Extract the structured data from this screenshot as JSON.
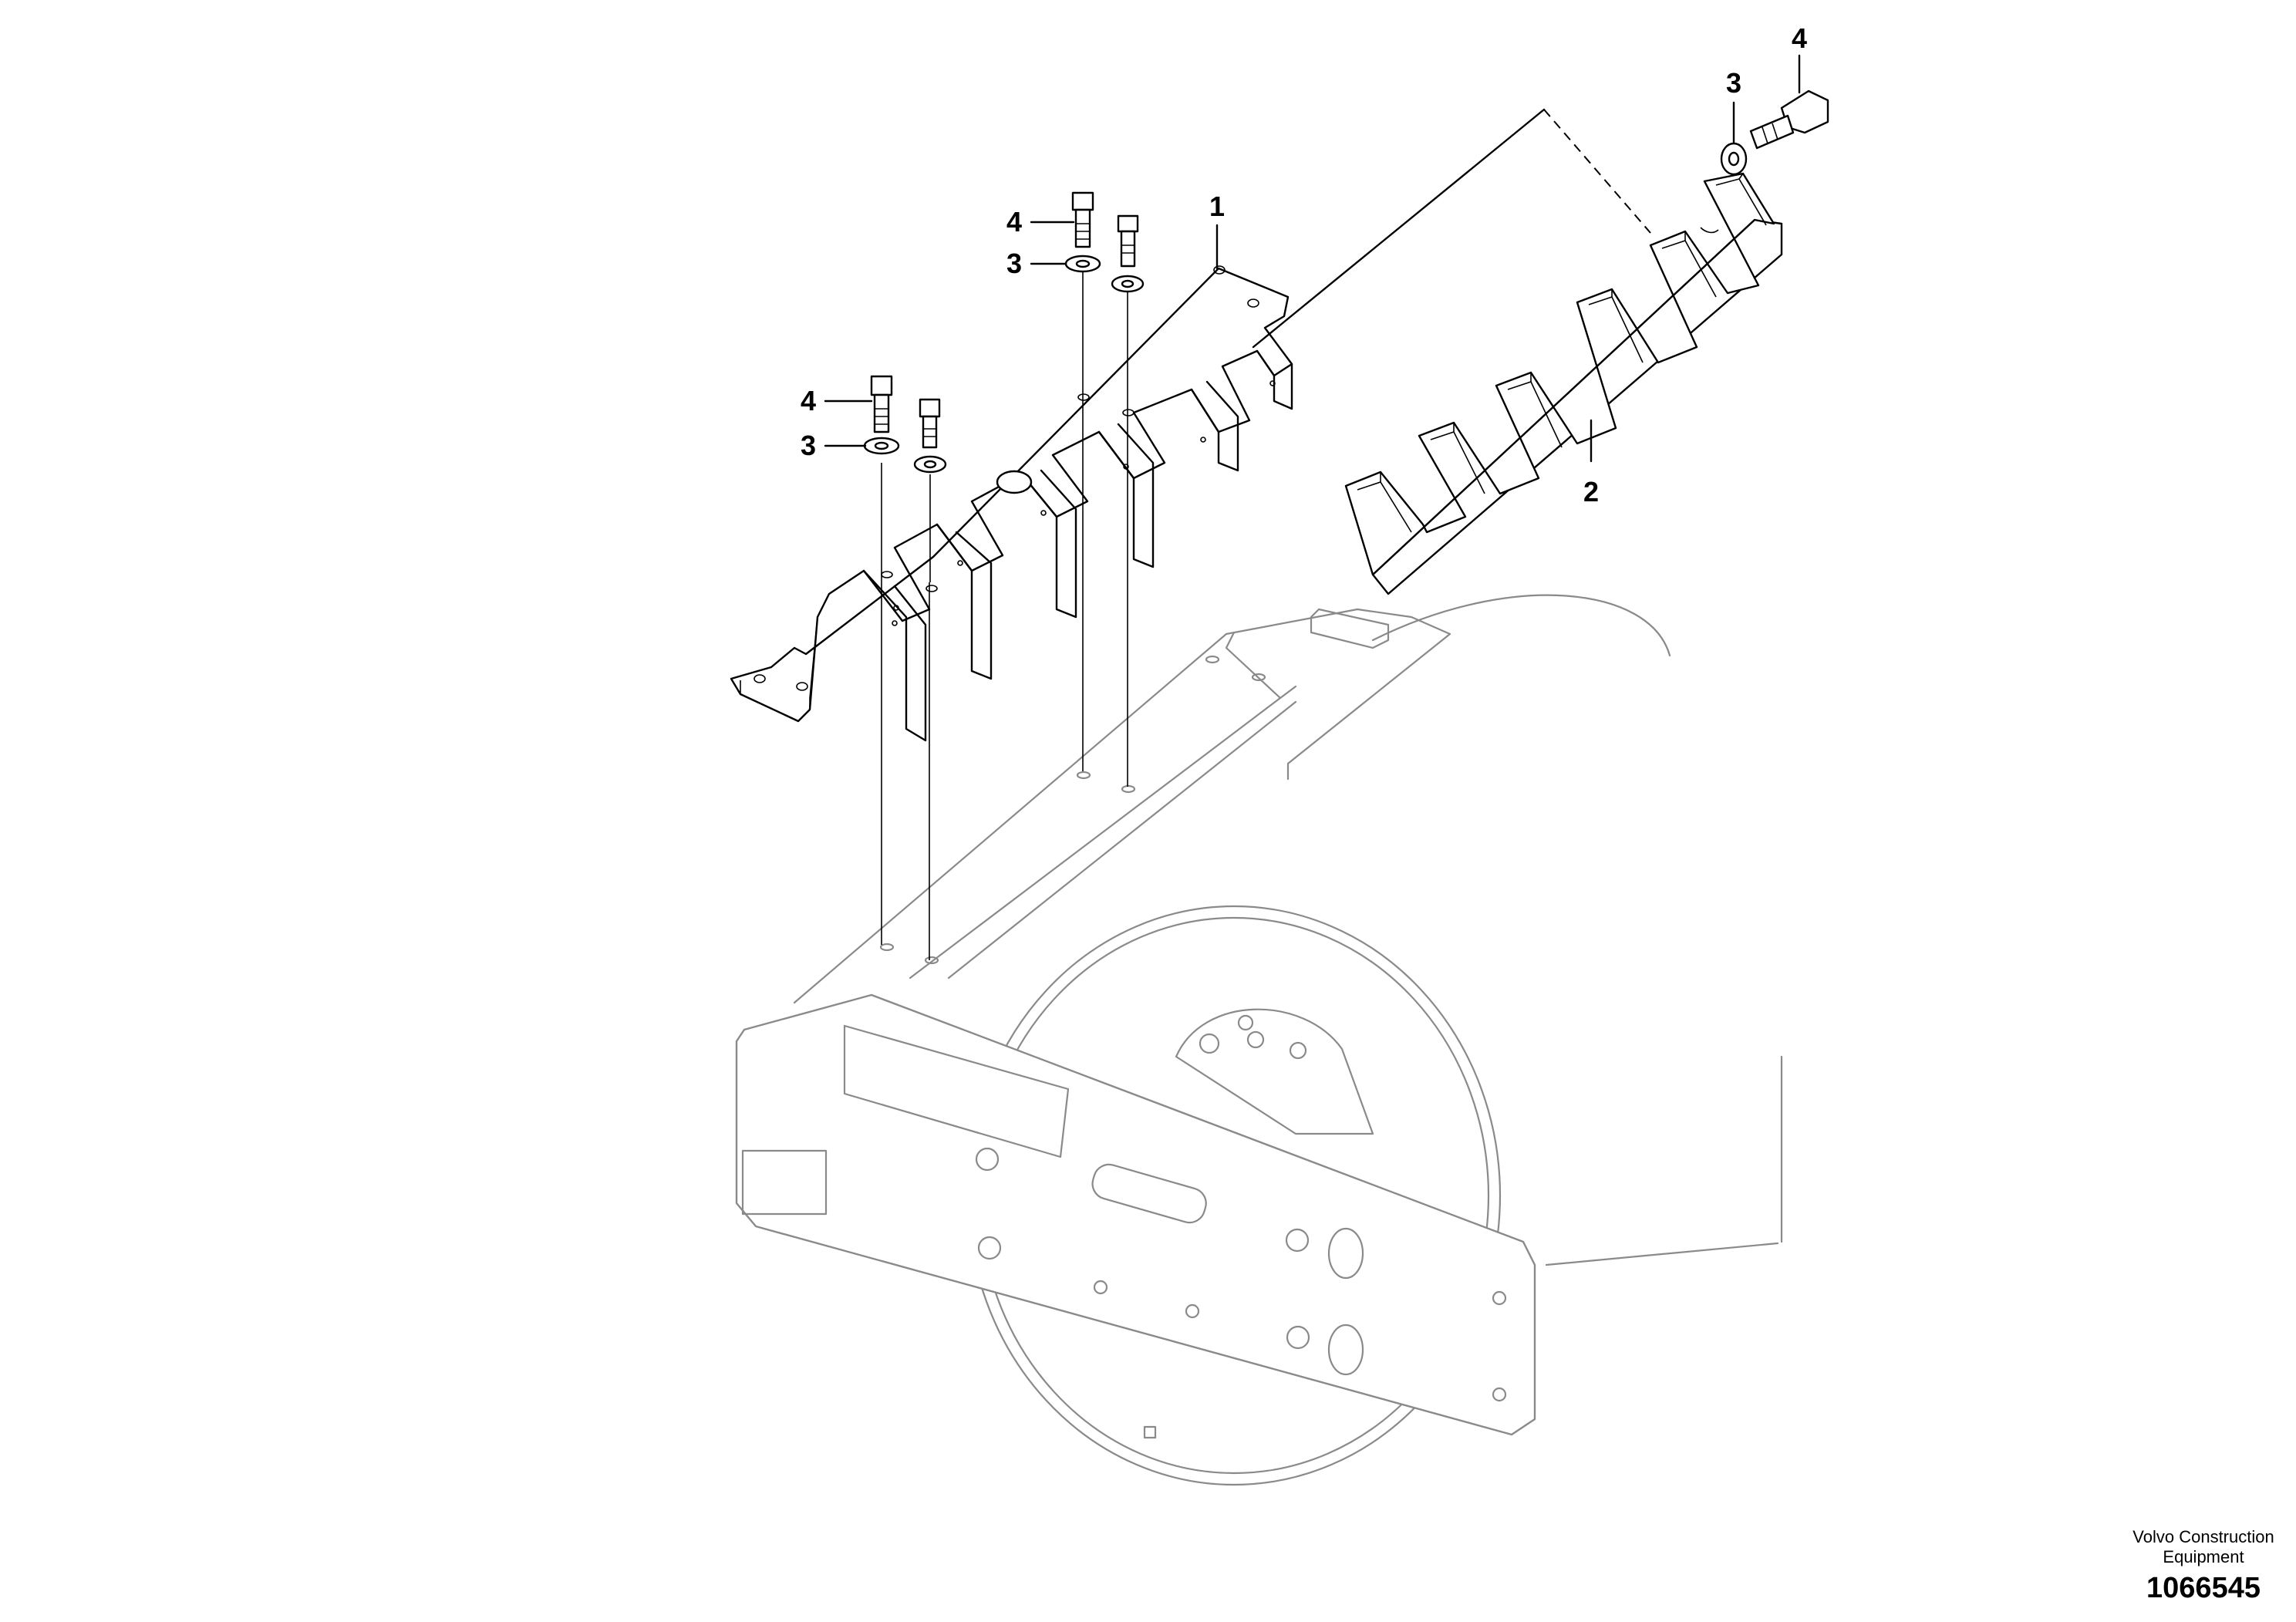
{
  "callouts": {
    "c1": "1",
    "c2": "2",
    "c3a": "3",
    "c3b": "3",
    "c3c": "3",
    "c4a": "4",
    "c4b": "4",
    "c4c": "4"
  },
  "footer": {
    "company": "Volvo Construction Equipment",
    "drawing_number": "1066545"
  }
}
